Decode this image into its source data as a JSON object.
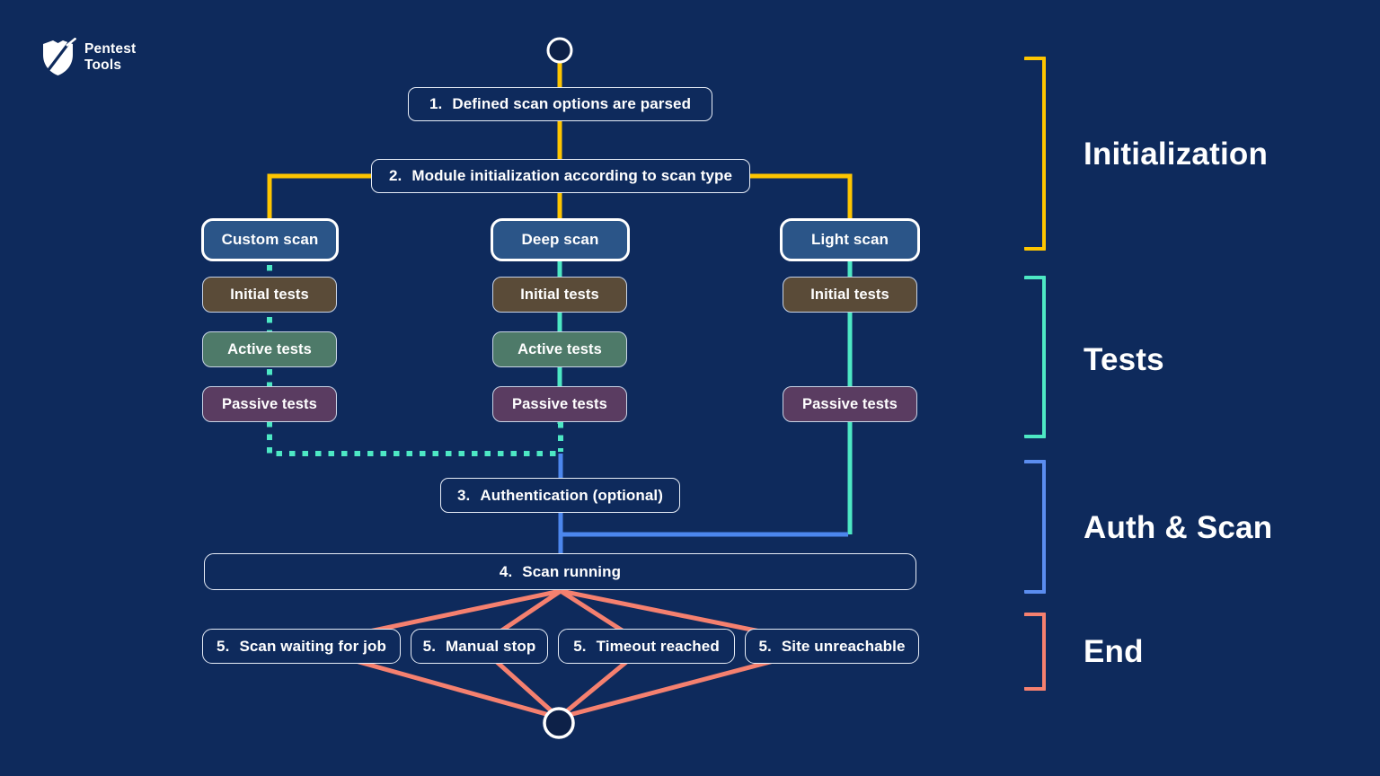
{
  "brand": {
    "line1": "Pentest",
    "line2": "Tools"
  },
  "flow": {
    "step1": {
      "number": "1.",
      "label": "Defined scan options are parsed"
    },
    "step2": {
      "number": "2.",
      "label": "Module initialization according to scan type"
    },
    "columns": [
      {
        "scan_type": "Custom scan",
        "tests": [
          "Initial tests",
          "Active tests",
          "Passive tests"
        ]
      },
      {
        "scan_type": "Deep scan",
        "tests": [
          "Initial tests",
          "Active tests",
          "Passive tests"
        ]
      },
      {
        "scan_type": "Light scan",
        "tests": [
          "Initial tests",
          "Passive tests"
        ]
      }
    ],
    "step3": {
      "number": "3.",
      "label": "Authentication (optional)"
    },
    "step4": {
      "number": "4.",
      "label": "Scan running"
    },
    "end_states": [
      {
        "number": "5.",
        "label": "Scan waiting for job"
      },
      {
        "number": "5.",
        "label": "Manual stop"
      },
      {
        "number": "5.",
        "label": "Timeout reached"
      },
      {
        "number": "5.",
        "label": "Site unreachable"
      }
    ]
  },
  "legend": [
    {
      "label": "Initialization",
      "color": "#FDC500"
    },
    {
      "label": "Tests",
      "color": "#4DE8C4"
    },
    {
      "label": "Auth & Scan",
      "color": "#5B8DEF"
    },
    {
      "label": "End",
      "color": "#F5806F"
    }
  ],
  "colors": {
    "background": "#0E2A5C",
    "node_fill": "#0D2148",
    "scan_type_fill": "#2B5588",
    "initial_tests_fill": "#5A4B38",
    "active_tests_fill": "#4E7A69",
    "passive_tests_fill": "#5A3C61",
    "line_yellow": "#FDC500",
    "line_teal": "#4DE8C4",
    "line_blue": "#4C87EE",
    "line_salmon": "#F5806F"
  }
}
